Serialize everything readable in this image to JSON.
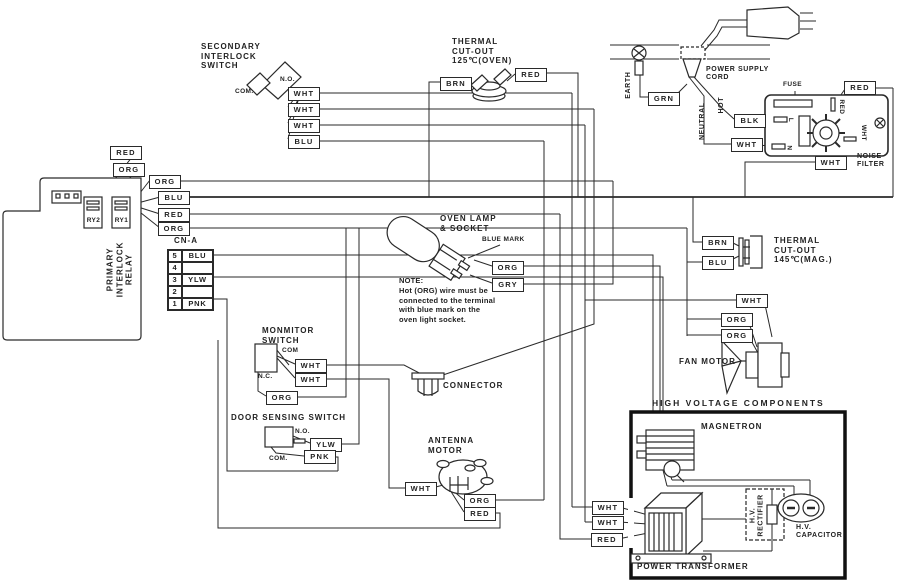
{
  "colors": {
    "ink": "#2a2a2a",
    "background": "#ffffff"
  },
  "labels": {
    "secondary_interlock": "SECONDARY\nINTERLOCK\nSWITCH",
    "sec_no": "N.O.",
    "sec_com": "COM.",
    "primary_interlock_relay": "PRIMARY\nINTERLOCK\nRELAY",
    "ry2": "RY2",
    "ry1": "RY1",
    "cn_a": "CN-A",
    "monitor_switch": "MONMITOR\nSWITCH",
    "mon_com": "COM",
    "mon_nc": "N.C.",
    "door_sensing_switch": "DOOR SENSING SWITCH",
    "door_no": "N.O.",
    "door_com": "COM.",
    "oven_lamp": "OVEN LAMP\n& SOCKET",
    "blue_mark": "BLUE MARK",
    "note": "NOTE:\nHot (ORG) wire must be\nconnected to the terminal\nwith blue mark on the\noven light socket.",
    "connector": "CONNECTOR",
    "antenna_motor": "ANTENNA\nMOTOR",
    "thermal_cutout_oven": "THERMAL\nCUT-OUT\n125℃(OVEN)",
    "thermal_cutout_mag": "THERMAL\nCUT-OUT\n145℃(MAG.)",
    "power_supply_cord": "POWER SUPPLY\nCORD",
    "earth": "EARTH",
    "neutral": "NEUTRAL",
    "hot": "HOT",
    "fuse": "FUSE",
    "noise_filter": "NOISE\nFILTER",
    "terminal_l": "L",
    "terminal_n": "N",
    "red_vertical": "RED",
    "wht_vertical": "WHT",
    "fan_motor": "FAN MOTOR",
    "hv_title": "HIGH VOLTAGE COMPONENTS",
    "magnetron": "MAGNETRON",
    "hv_rectifier": "H.V.\nRECTIFIER",
    "hv_capacitor": "H.V.\nCAPACITOR",
    "power_transformer": "POWER TRANSFORMER"
  },
  "cn_a_pins": [
    {
      "pin": "5",
      "color": "BLU"
    },
    {
      "pin": "4",
      "color": ""
    },
    {
      "pin": "3",
      "color": "YLW"
    },
    {
      "pin": "2",
      "color": ""
    },
    {
      "pin": "1",
      "color": "PNK"
    }
  ],
  "wire_boxes": [
    {
      "text": "WHT"
    },
    {
      "text": "WHT"
    },
    {
      "text": "WHT"
    },
    {
      "text": "BLU"
    },
    {
      "text": "RED"
    },
    {
      "text": "ORG"
    },
    {
      "text": "ORG"
    },
    {
      "text": "BLU"
    },
    {
      "text": "RED"
    },
    {
      "text": "ORG"
    },
    {
      "text": "BRN"
    },
    {
      "text": "RED"
    },
    {
      "text": "GRN"
    },
    {
      "text": "BLK"
    },
    {
      "text": "WHT"
    },
    {
      "text": "RED"
    },
    {
      "text": "WHT"
    },
    {
      "text": "ORG"
    },
    {
      "text": "GRY"
    },
    {
      "text": "BRN"
    },
    {
      "text": "BLU"
    },
    {
      "text": "WHT"
    },
    {
      "text": "ORG"
    },
    {
      "text": "ORG"
    },
    {
      "text": "WHT"
    },
    {
      "text": "WHT"
    },
    {
      "text": "ORG"
    },
    {
      "text": "YLW"
    },
    {
      "text": "PNK"
    },
    {
      "text": "WHT"
    },
    {
      "text": "ORG"
    },
    {
      "text": "RED"
    },
    {
      "text": "WHT"
    },
    {
      "text": "WHT"
    },
    {
      "text": "RED"
    }
  ]
}
